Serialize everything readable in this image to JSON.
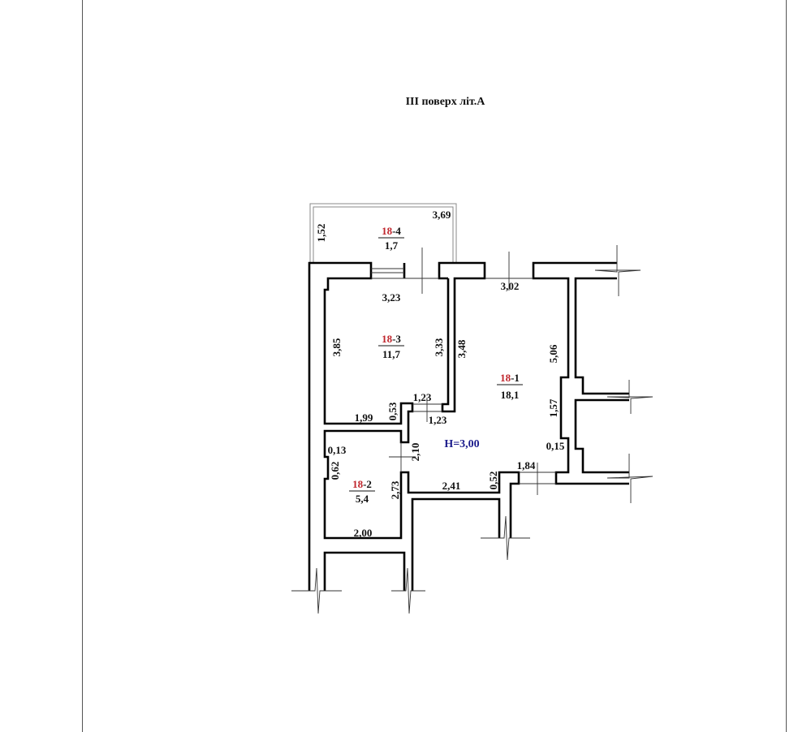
{
  "title": "III  поверх літ.А",
  "height_label": "H=3,00",
  "colors": {
    "room_number": "#c0262d",
    "height_label": "#1c1c8c",
    "walls": "#000000"
  },
  "rooms": [
    {
      "number": "18",
      "suffix": "-4",
      "area": "1,7"
    },
    {
      "number": "18",
      "suffix": "-3",
      "area": "11,7"
    },
    {
      "number": "18",
      "suffix": "-1",
      "area": "18,1"
    },
    {
      "number": "18",
      "suffix": "-2",
      "area": "5,4"
    }
  ],
  "dimensions": {
    "balcony_width": "3,69",
    "balcony_depth": "1,52",
    "r3_width": "3,23",
    "r1_top": "3,02",
    "r3_left": "3,85",
    "r3_right": "3,33",
    "r1_left": "3,48",
    "r1_right": "5,06",
    "door_top": "1,23",
    "door_bottom": "1,23",
    "r3_bottom": "1,99",
    "r3_notch": "0,53",
    "r1_right_lower": "1,57",
    "r2_notch_depth": "0,13",
    "r1_door": "2,10",
    "r1_jog": "0,15",
    "r2_notch": "0,62",
    "r1_exit": "1,84",
    "r2_right": "2,73",
    "r1_bottom": "2,41",
    "r1_bottom_jog": "0,52",
    "r2_bottom": "2,00"
  }
}
